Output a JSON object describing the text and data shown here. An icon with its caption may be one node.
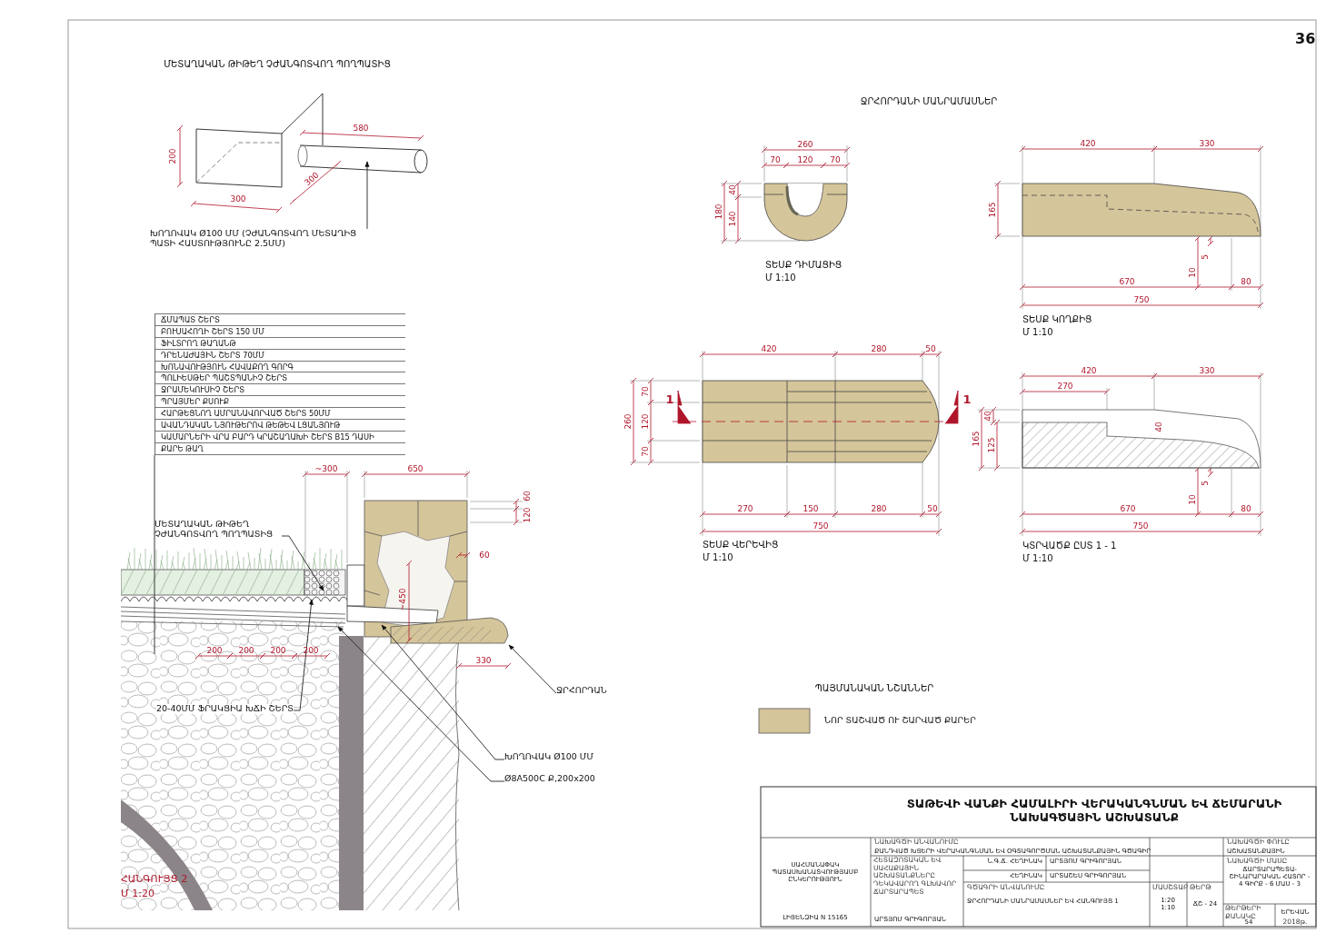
{
  "diagram": {
    "nodes": [
      {
        "text": [
          "ԽՈՂՈՎԱԿ Ø100 ՄՄ (ՉԺԱՆԳՈՏՎՈՂ ՄԵՏԱՂԻՑ ՊԱՏԻ ՀԱՍՏՈՒԹՅՈՒՆԸ 2.5ՄՄ)"
        ]
      },
      {
        "text": [
          "ՄԵՏԱՂԱԿԱՆ ԹԻԹԵՂ ՉԺԱՆԳՈՏՎՈՂ ՊՈՂՊԱՏԻՑ"
        ],
        "in": 7
      },
      {
        "text": [
          "20-40ՄՄ ՖՐԱԿՑԻԱ ԽՃԻ ՇԵՐՏ"
        ],
        "in": 7
      },
      {
        "text": [
          "ՋՐՀՈՐԴԱՆ"
        ]
      },
      {
        "text": [
          "ԽՈՂՈՎԱԿ Ø100 ՄՄ"
        ]
      },
      {
        "text": [
          "Ø8A500C Ք,200x200"
        ]
      },
      {
        "text": [],
        "shape": "picture"
      },
      {
        "text": [],
        "shape": "picture"
      },
      {
        "text": [
          "ՃՄԱՊԱՏ ՇԵՐՏ",
          "ԲՈՒՍԱՀՈՂԻ ՇԵՐՏ 150 ՄՄ",
          "ՖԻԼՏՐՈՂ ԹԱՂԱՆԹ",
          "ԴՐԵՆԱԺԱՅԻՆ ՇԵՐՏ 70ՄՄ",
          "ԽՈՆԱՎՈՒԹՅՈՒՆ ՀԱՎԱՔՈՂ ԳՈՐԳ",
          "ՊՈԼԻԵՍԹԵՐ ՊԱՇՏՊԱՆԻՉ ՇԵՐՏ",
          "ՋՐԱՄԵԿՈՒՍԻՉ ՇԵՐՏ",
          "ՊՐԱՅՄԵՐ ՔՍՈՒՔ",
          "ՀԱՐԹԵՑՆՈՂ ԱՄՐԱՆԱՎՈՐՎԱԾ ՇԵՐՏ 50ՄՄ",
          "ԱՎԱՆԴԱԿԱՆ ՆՅՈՒԹԵՐՈՎ ԹԵԹԵՎ ԼՑԱՆՅՈՒԹ",
          "ԿԱՄԱՐՆԵՐԻ ՎՐԱ ԲԱՐԴ ԿՐԱՇԱՂԱԽԻ ՇԵՐՏ B15 ԴԱՍԻ",
          "ՔԱՐԵ ԹԱՂ"
        ]
      }
    ],
    "edges": [
      {
        "from": 0,
        "to": 6,
        "arrow": "to"
      },
      {
        "from": 1,
        "to": 7,
        "arrow": "to"
      },
      {
        "from": 2,
        "to": 7,
        "arrow": "to"
      },
      {
        "from": 3,
        "to": 7,
        "arrow": "to"
      },
      {
        "from": 4,
        "to": 7,
        "arrow": "to"
      },
      {
        "from": 5,
        "to": 7,
        "arrow": "to"
      },
      {
        "from": 8,
        "to": 7,
        "arrow": "none"
      }
    ],
    "labels": [
      "36",
      "ՄԵՏԱՂԱԿԱՆ ԹԻԹԵՂ ՉԺԱՆԳՈՏՎՈՂ ՊՈՂՊԱՏԻՑ",
      "200",
      "300",
      "300",
      "580",
      "ՋՐՀՈՐԴԱՆԻ ՄԱՆՐԱՄԱՍՆԵՐ",
      "260",
      "70",
      "120",
      "70",
      "40",
      "140",
      "180",
      "ՏԵՍՔ ԴԻՄԱՑԻՑ",
      "Մ 1:10",
      "420",
      "330",
      "165",
      "5",
      "670",
      "10",
      "80",
      "750",
      "ՏԵՍՔ ԿՈՂՔԻՑ",
      "Մ 1:10",
      "420",
      "280",
      "50",
      "70",
      "120",
      "70",
      "260",
      "1",
      "1",
      "270",
      "150",
      "280",
      "50",
      "750",
      "ՏԵՍՔ ՎԵՐԵՎԻՑ",
      "Մ 1:10",
      "420",
      "330",
      "270",
      "40",
      "165",
      "125",
      "40",
      "5",
      "670",
      "10",
      "80",
      "750",
      "ԿՏՐՎԱԾՔ ԸՍՏ 1 - 1",
      "Մ 1:10",
      "~300",
      "650",
      "120",
      "60",
      "60",
      "~450",
      "200",
      "200",
      "200",
      "200",
      "330",
      "ՀԱՆԳՈՒՅՑ 2",
      "Մ 1:20",
      "ՊԱՅՄԱՆԱԿԱՆ ՆՇԱՆՆԵՐ",
      "ՏԱԹԵՎԻ ՎԱՆՔԻ ՀԱՄԱԼԻՐԻ ՎԵՐԱԿԱՆԳՆՄԱՆ ԵՎ ՃԵՄԱՐԱՆԻ ՆԱԽԱԳԾԱՅԻՆ ԱՇԽԱՏԱՆՔ",
      "ՆԱԽԱԳԾԻ ԱՆՎԱՆՈՒՄԸ",
      "ՔԱՆԴՎԱԾ ԽՑԵՐԻ ՎԵՐԱԿԱՆԳՆՄԱՆ ԵՎ ՕԳՏԱԳՈՐԾՄԱՆ ԱՇԽԱՏԱՆՔԱՅԻՆ ԳԾԱԳԻՐ",
      "ՆԱԽԱԳԾԻ ՓՈՒԼԸ",
      "ԱՇԽԱՏԱՆՔԱՅԻՆ",
      "ՍԱՀՄԱՆԱՓԱԿ ՊԱՏԱՍԽԱՆԱՏՎՈՒԹՅԱՄԲ ԸՆԿԵՐՈՒԹՅՈՒՆ",
      "ՀԵՏԱԶՈՏԱԿԱՆ ԵՎ ՍԱՀԱՔԱՅԻՆ ԱՇԽԱՏԱՆՔՆԵՐԸ ԴԵԿԱՎԱՐՈՂ ԳԼԽԱՎՈՐ ՃԱՐՏԱՐԱՊԵՏ",
      "Ն.Գ.Ճ. ՀԵՂԻՆԱԿ",
      "ԱՐՏՅՈՄ ԳՐԻԳՈՐՅԱՆ",
      "ՀԵՂԻՆԱԿ",
      "ԱՐՏԱՇԵՍ ԳՐԻԳՈՐՅԱՆ",
      "ՆԱԽԱԳԾԻ ՄԱՍԸ",
      "ՃԱՐՏԱՐԱՊԵՏԱ-ՇԻՆԱՐԱՐԱԿԱՆ ՀԱՏՈՐ - 4 ԳԻՐՔ - 6 ՄԱՍ - 3",
      "ԳԾԱԳՐԻ ԱՆՎԱՆՈՒՄԸ",
      "ՋՐՀՈՐԴԱՆԻ ՄԱՆՐԱՄԱՍՆԵՐ ԵՎ ՀԱՆԳՈՒՅՑ 1",
      "ՄԱՍՇՏԱԲ",
      "1:20 1:10",
      "ԹԵՐԹ",
      "ՃՇ - 24",
      "ԹԵՐԹԵՐԻ ՔԱՆԱԿԸ",
      "54",
      "ԵՐԵՎԱՆ",
      "2018թ.",
      "ԼԻՑԵՆԶԻԱ N 15165",
      "ԱՐՏՅՈՄ ԳՐԻԳՈՐՅԱՆ"
    ],
    "legend": [
      {
        "text": "ՆՈՐ ՏԱՇՎԱԾ ՈՒ ՇԱՐՎԱԾ ՔԱՐԵՐ",
        "color": "#d5c59a"
      }
    ]
  }
}
